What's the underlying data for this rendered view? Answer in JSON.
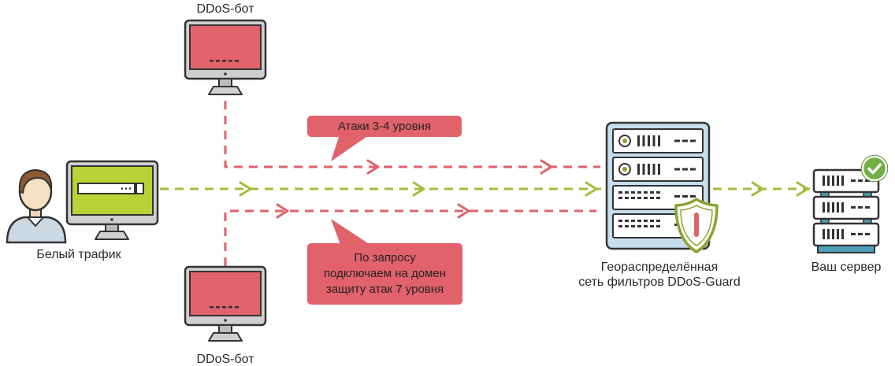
{
  "nodes": {
    "ddos_bot_top": {
      "label": "DDoS-бот"
    },
    "ddos_bot_bottom": {
      "label": "DDoS-бот"
    },
    "white_traffic": {
      "label": "Белый трафик"
    },
    "filter_network": {
      "lines": [
        "Геораспределённая",
        "сеть фильтров DDoS-Guard"
      ]
    },
    "your_server": {
      "label": "Ваш сервер"
    }
  },
  "callouts": {
    "attacks_l34": {
      "text": "Атаки 3-4 уровня"
    },
    "protection_l7": {
      "lines": [
        "По запросу",
        "подключаем на домен",
        "защиту атак 7 уровня"
      ]
    }
  },
  "colors": {
    "attack_red": "#e2626b",
    "clean_screen_green": "#b8d335",
    "clean_arrow_olive": "#a3bd3a",
    "rack_blue": "#c6dded",
    "shield_olive": "#8ba32f",
    "check_green": "#70b046",
    "server_teal": "#4d9fb8",
    "outline_dark": "#333333"
  },
  "icons": [
    "monitor-icon",
    "person-icon",
    "server-rack-icon",
    "shield-icon",
    "server-stack-icon",
    "check-icon",
    "dashed-arrow"
  ]
}
